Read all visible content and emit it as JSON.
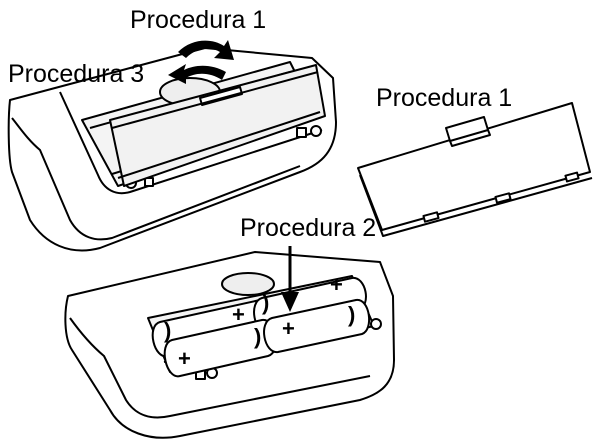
{
  "labels": {
    "step1_top": "Procedura 1",
    "step3": "Procedura 3",
    "step1_cover": "Procedura 1",
    "step2": "Procedura 2"
  },
  "polarity": {
    "plus": "+",
    "minus": ")"
  },
  "colors": {
    "line": "#000000",
    "fill": "#ffffff",
    "shading": "#e6e6e6"
  }
}
